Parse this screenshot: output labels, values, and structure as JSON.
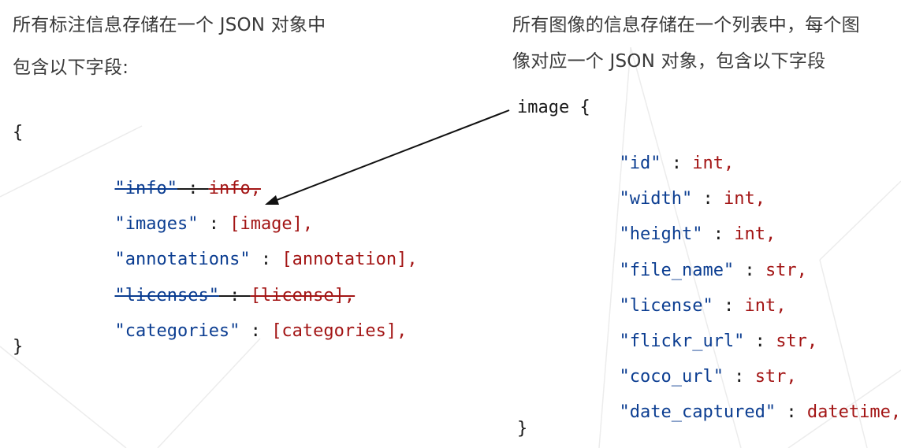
{
  "left_panel": {
    "desc_line1": "所有标注信息存储在一个 JSON 对象中",
    "desc_line2": "包含以下字段:",
    "open_brace": "{",
    "close_brace": "}",
    "fields": [
      {
        "key": "\"info\"",
        "sep": " : ",
        "value": "info,",
        "struck": true
      },
      {
        "key": "\"images\"",
        "sep": " : ",
        "value": "[image],",
        "struck": false
      },
      {
        "key": "\"annotations\"",
        "sep": " : ",
        "value": "[annotation],",
        "struck": false
      },
      {
        "key": "\"licenses\"",
        "sep": " : ",
        "value": "[license],",
        "struck": true
      },
      {
        "key": "\"categories\"",
        "sep": " : ",
        "value": "[categories],",
        "struck": false
      }
    ]
  },
  "right_panel": {
    "desc_line1": "所有图像的信息存储在一个列表中，每个图",
    "desc_line2": "像对应一个 JSON 对象，包含以下字段",
    "header": "image {",
    "close_brace": "}",
    "fields": [
      {
        "key": "\"id\"",
        "sep": " : ",
        "value": "int,"
      },
      {
        "key": "\"width\"",
        "sep": " : ",
        "value": "int,"
      },
      {
        "key": "\"height\"",
        "sep": " : ",
        "value": "int,"
      },
      {
        "key": "\"file_name\"",
        "sep": " : ",
        "value": "str,"
      },
      {
        "key": "\"license\"",
        "sep": " : ",
        "value": "int,"
      },
      {
        "key": "\"flickr_url\"",
        "sep": " : ",
        "value": "str,"
      },
      {
        "key": "\"coco_url\"",
        "sep": " : ",
        "value": "str,"
      },
      {
        "key": "\"date_captured\"",
        "sep": " : ",
        "value": "datetime,"
      }
    ]
  },
  "colors": {
    "key": "#0b3d91",
    "value": "#a31515",
    "text": "#3a3a3a"
  }
}
